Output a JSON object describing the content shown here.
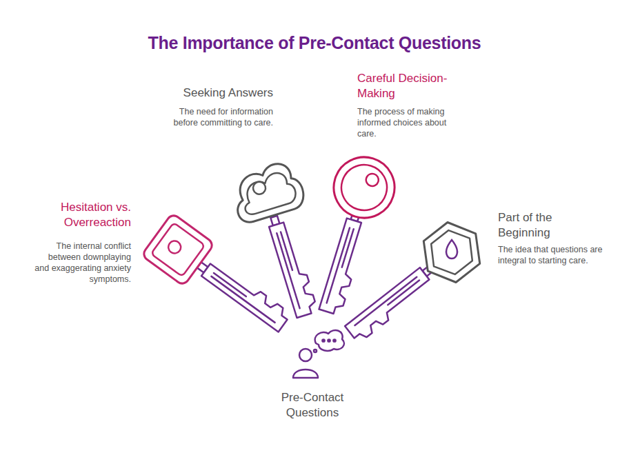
{
  "diagram": {
    "title": "The Importance of Pre-Contact Questions",
    "labels": [
      "Seeking Answers",
      "The need for information before committing to care.",
      "Careful Decision-Making",
      "The process of making informed choices about care.",
      "Hesitation vs. Overreaction",
      "The internal conflict between downplaying and exaggerating anxiety symptoms.",
      "Part of the Beginning",
      "The idea that questions are integral to starting care.",
      "Pre-Contact Questions"
    ]
  }
}
